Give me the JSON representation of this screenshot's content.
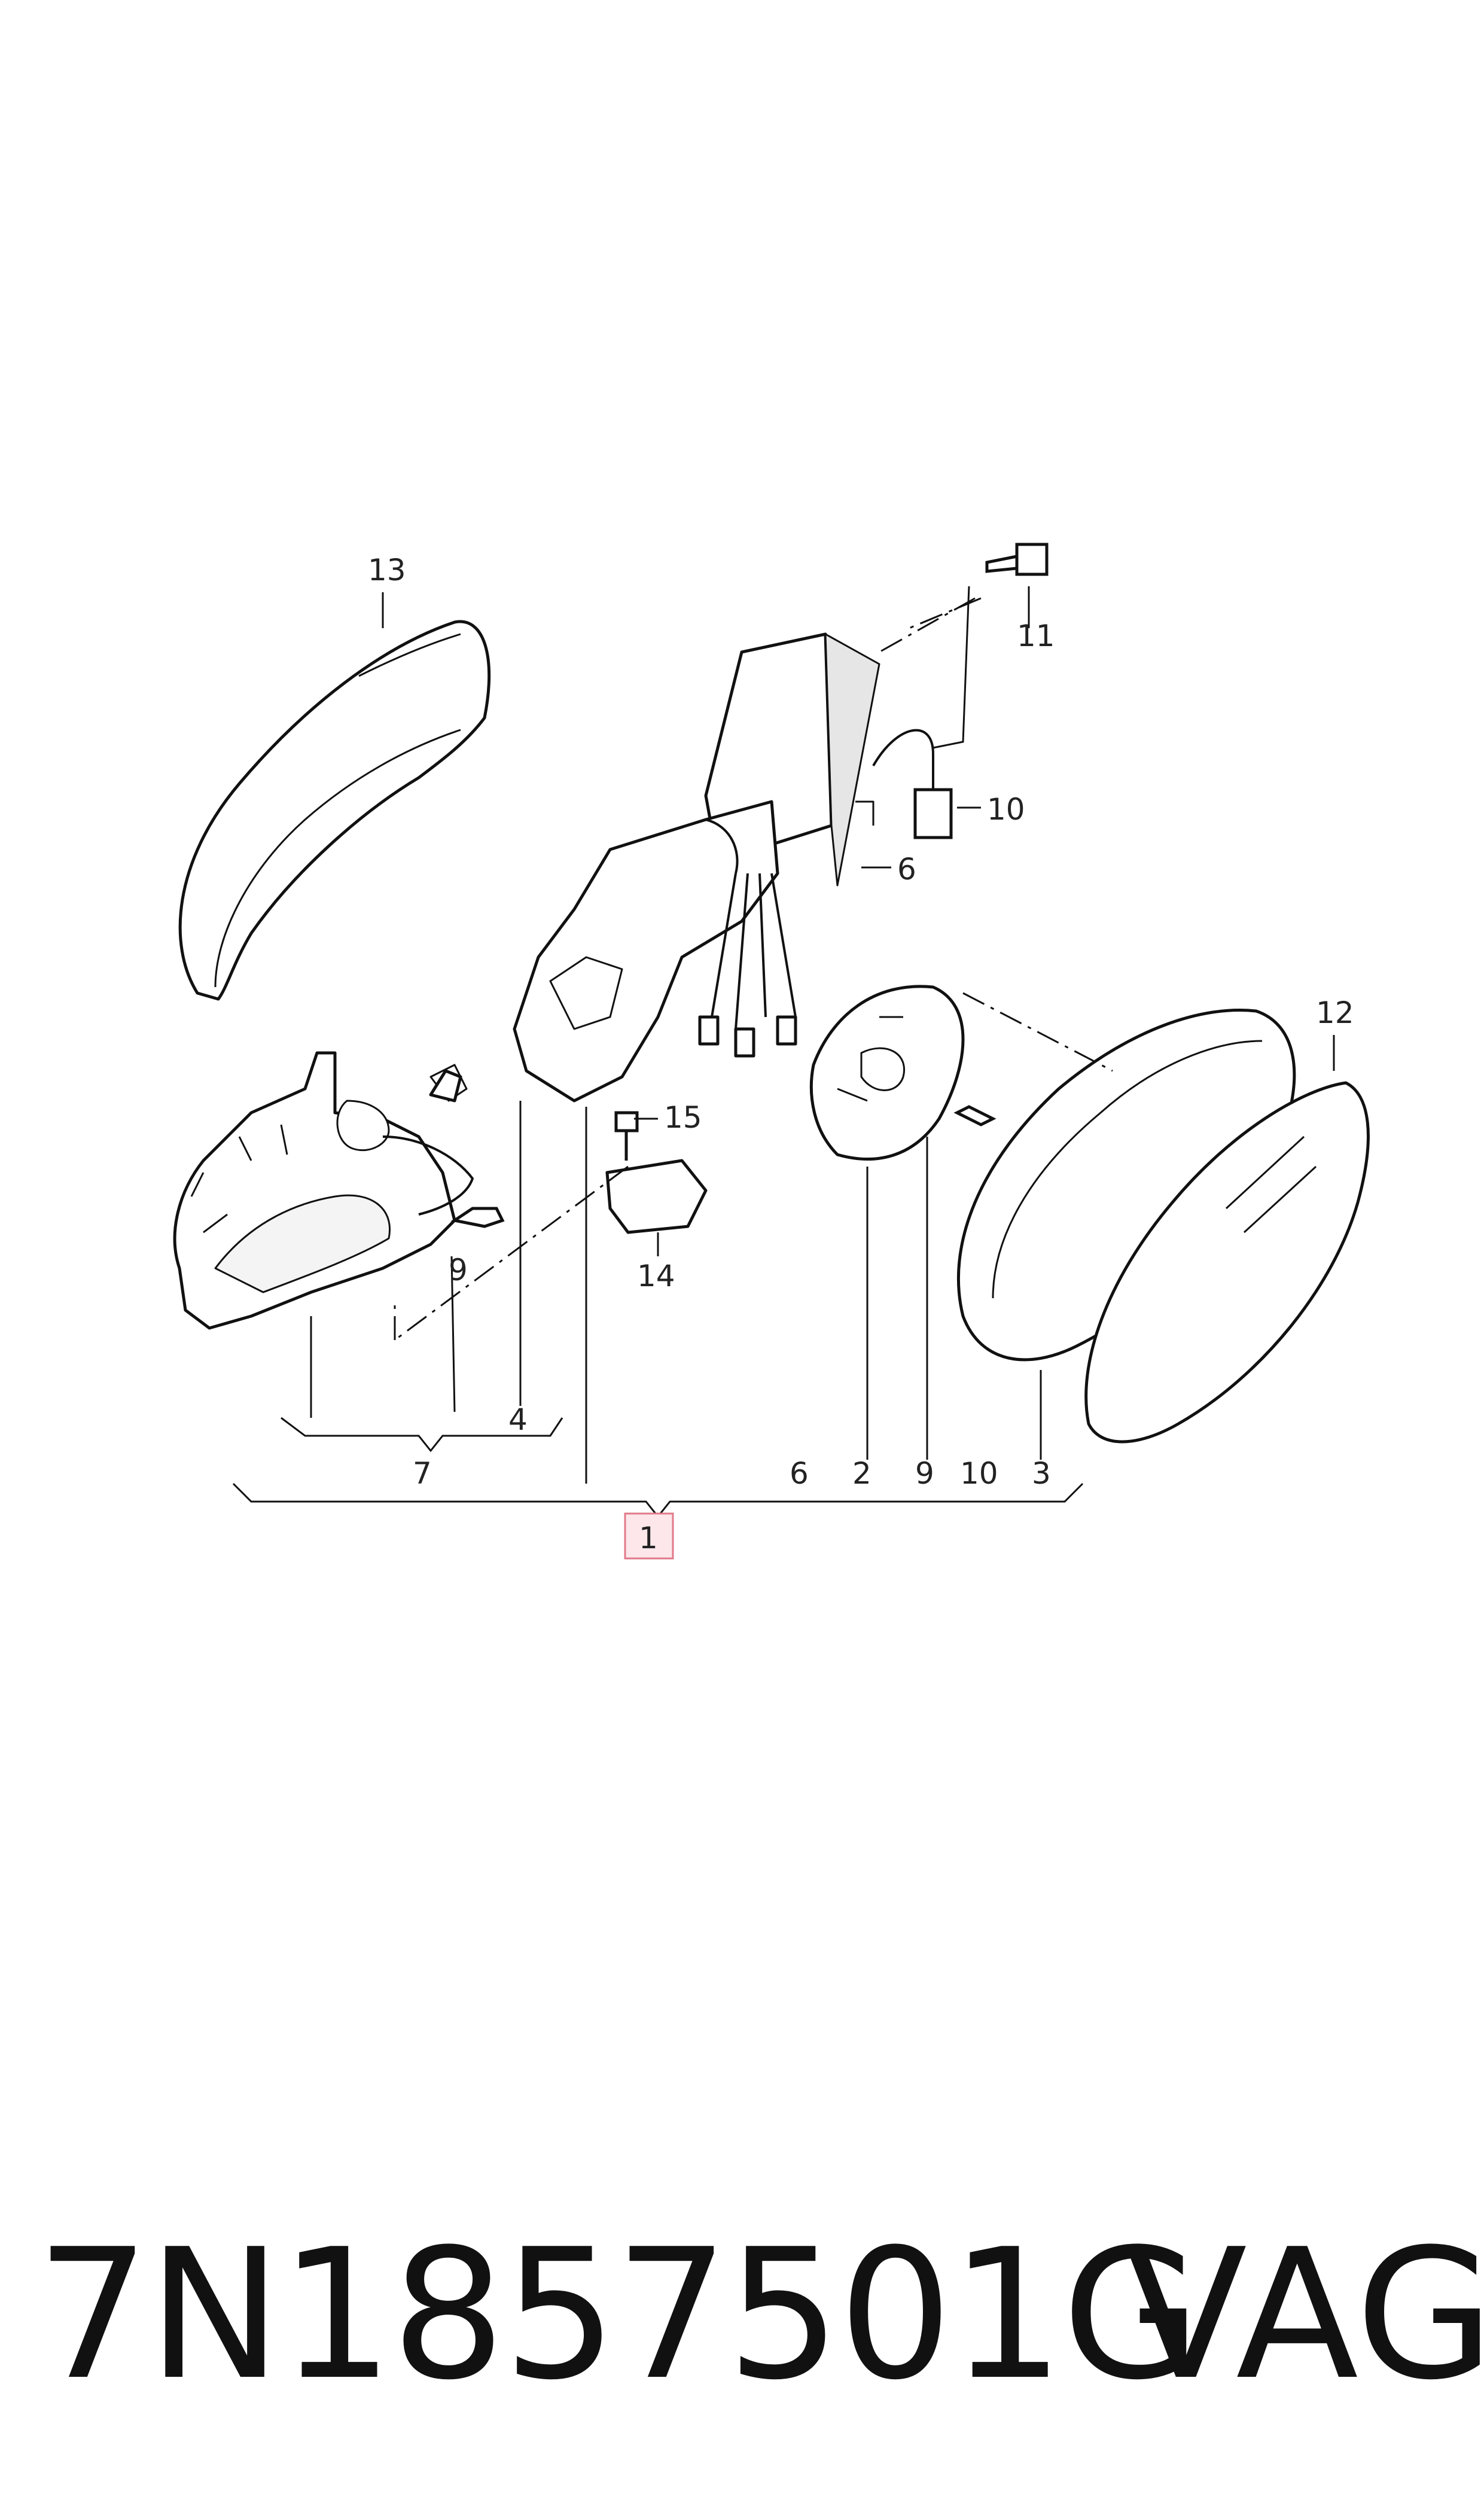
{
  "diagram": {
    "callouts": {
      "c1": "1",
      "c2": "2",
      "c3": "3",
      "c4": "4",
      "c6a": "6",
      "c6b": "6",
      "c7": "7",
      "c9a": "9",
      "c9b": "9",
      "c10a": "10",
      "c10b": "10",
      "c11": "11",
      "c12": "12",
      "c13": "13",
      "c14": "14",
      "c15": "15"
    }
  },
  "footer": {
    "part_number": "7N1857501G",
    "brand": "VAG"
  }
}
